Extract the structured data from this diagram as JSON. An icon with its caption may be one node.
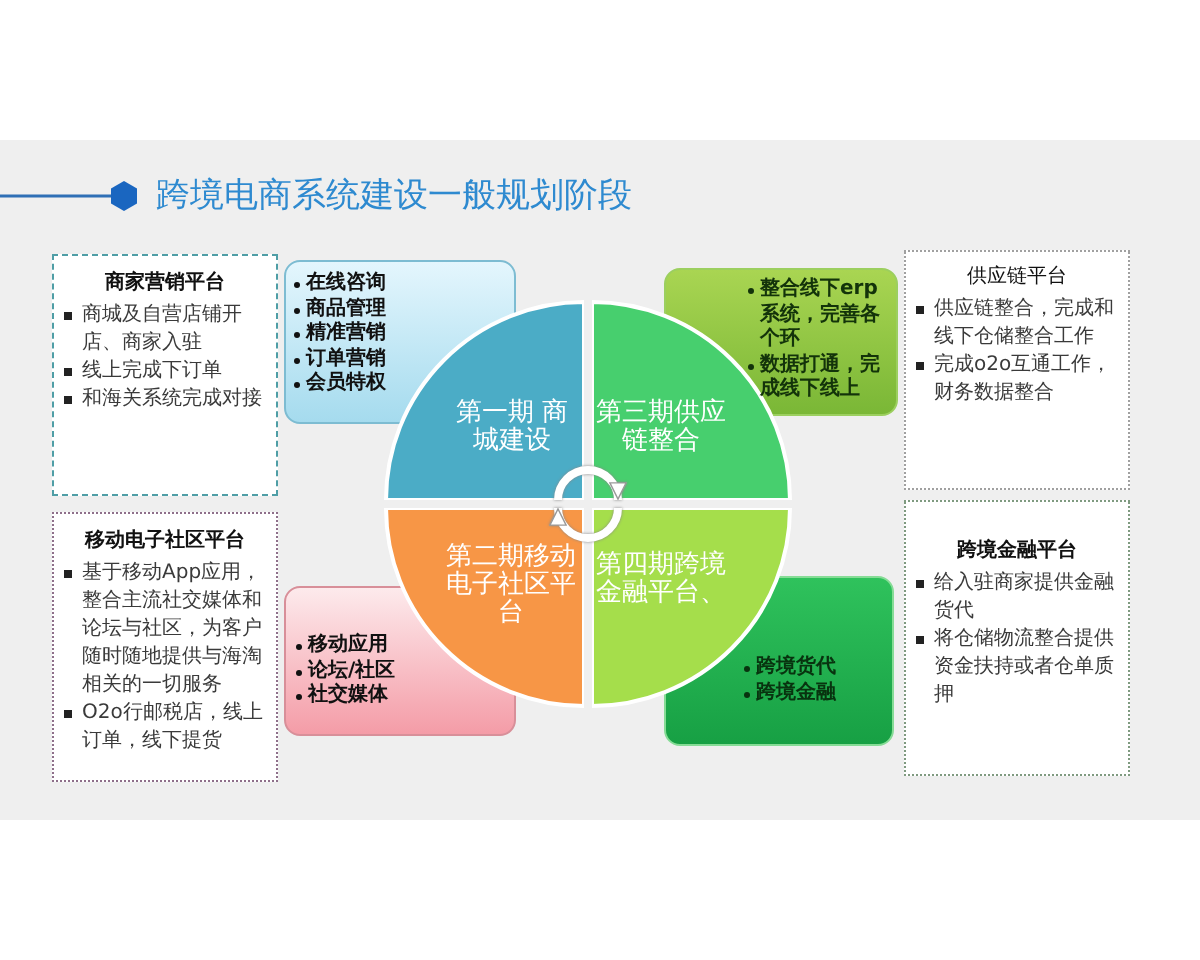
{
  "diagram": {
    "title": "跨境电商系统建设一般规划阶段",
    "nodes": [
      {
        "text": [
          "商家营销平台",
          "商城及自营店铺开店、商家入驻",
          "线上完成下订单",
          "和海关系统完成对接"
        ]
      },
      {
        "text": [
          "在线咨询",
          "商品管理",
          "精准营销",
          "订单营销",
          "会员特权"
        ]
      },
      {
        "text": [
          "第一期 商城建设"
        ]
      },
      {
        "text": [
          "第三期供应链整合"
        ]
      },
      {
        "text": [
          "整合线下erp系统，完善各个环",
          "数据打通，完成线下线上"
        ]
      },
      {
        "text": [
          "供应链平台",
          "供应链整合，完成和线下仓储整合工作",
          "完成o2o互通工作，财务数据整合"
        ]
      },
      {
        "text": [
          "移动电子社区平台",
          "基于移动App应用，整合主流社交媒体和论坛与社区，为客户随时随地提供与海淘相关的一切服务",
          "O2o行邮税店，线上订单，线下提货"
        ]
      },
      {
        "text": [
          "移动应用",
          "论坛/社区",
          "社交媒体"
        ]
      },
      {
        "text": [
          "第二期移动电子社区平台"
        ]
      },
      {
        "text": [
          "第四期跨境金融平台、"
        ]
      },
      {
        "text": [
          "跨境货代",
          "跨境金融"
        ]
      },
      {
        "text": [
          "跨境金融平台",
          "给入驻商家提供金融货代",
          "将仓储物流整合提供资金扶持或者仓单质押"
        ]
      }
    ],
    "edges": [
      {
        "from": 2,
        "to": 3,
        "arrow": "to"
      },
      {
        "from": 9,
        "to": 8,
        "arrow": "to"
      }
    ]
  }
}
